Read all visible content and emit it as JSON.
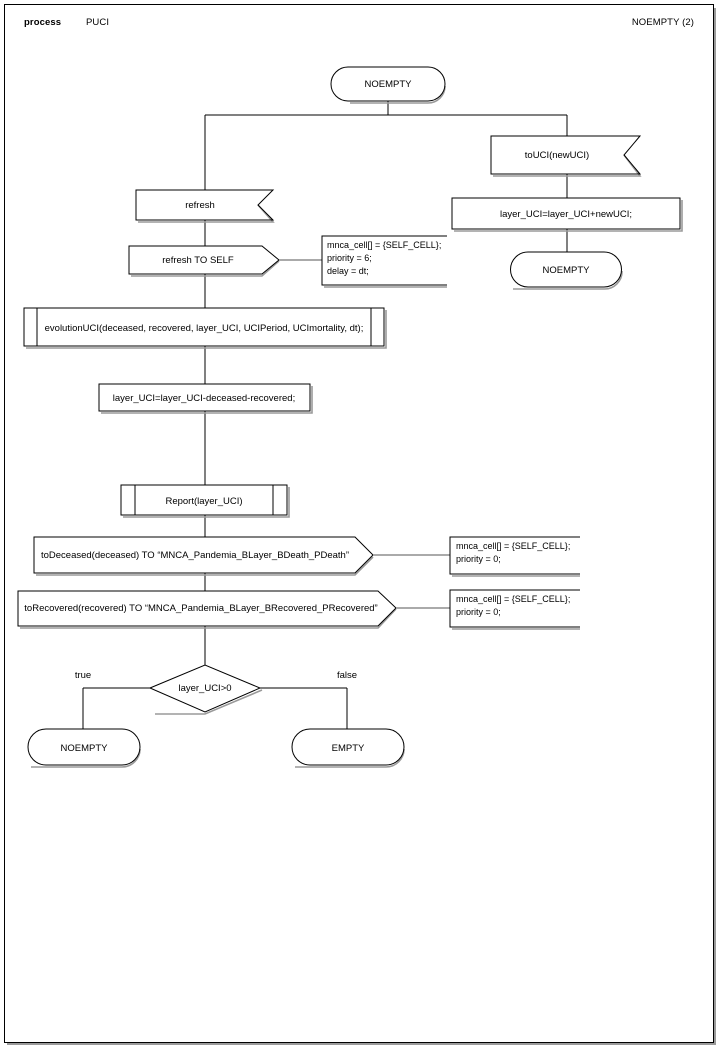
{
  "header": {
    "kind": "process",
    "name": "PUCI",
    "page": "NOEMPTY (2)"
  },
  "diagram": {
    "type": "sdl-process-flowchart",
    "title": "PUCI / NOEMPTY (2)",
    "nodes": [
      {
        "id": "state-start",
        "kind": "state",
        "label": "NOEMPTY"
      },
      {
        "id": "input-toUCI",
        "kind": "input",
        "label": "toUCI(newUCI)"
      },
      {
        "id": "task-addUCI",
        "kind": "task",
        "label": "layer_UCI=layer_UCI+newUCI;"
      },
      {
        "id": "state-noempty-a",
        "kind": "state",
        "label": "NOEMPTY"
      },
      {
        "id": "input-refresh",
        "kind": "input",
        "label": "refresh"
      },
      {
        "id": "output-refreshSelf",
        "kind": "output",
        "label": "refresh TO SELF"
      },
      {
        "id": "proc-evolutionUCI",
        "kind": "procedure-call",
        "label": "evolutionUCI(deceased, recovered, layer_UCI, UCIPeriod, UCImortality, dt);"
      },
      {
        "id": "task-subtract",
        "kind": "task",
        "label": "layer_UCI=layer_UCI-deceased-recovered;"
      },
      {
        "id": "proc-report",
        "kind": "procedure-call",
        "label": "Report(layer_UCI)"
      },
      {
        "id": "output-toDeceased",
        "kind": "output",
        "label": "toDeceased(deceased) TO “MNCA_Pandemia_BLayer_BDeath_PDeath”"
      },
      {
        "id": "output-toRecovered",
        "kind": "output",
        "label": "toRecovered(recovered) TO “MNCA_Pandemia_BLayer_BRecovered_PRecovered”"
      },
      {
        "id": "decision-layerUCI",
        "kind": "decision",
        "label": "layer_UCI>0"
      },
      {
        "id": "state-noempty-b",
        "kind": "state",
        "label": "NOEMPTY"
      },
      {
        "id": "state-empty",
        "kind": "state",
        "label": "EMPTY"
      }
    ],
    "branch_labels": {
      "true": "true",
      "false": "false"
    },
    "comments": [
      {
        "id": "cmt-refresh",
        "attached_to": "output-refreshSelf",
        "lines": [
          "mnca_cell[] = {SELF_CELL};",
          "priority = 6;",
          "delay = dt;"
        ]
      },
      {
        "id": "cmt-deceased",
        "attached_to": "output-toDeceased",
        "lines": [
          "mnca_cell[] = {SELF_CELL};",
          "priority = 0;"
        ]
      },
      {
        "id": "cmt-recovered",
        "attached_to": "output-toRecovered",
        "lines": [
          "mnca_cell[] = {SELF_CELL};",
          "priority = 0;"
        ]
      }
    ]
  },
  "colors": {
    "page_bg": "#ffffff",
    "line": "#000000",
    "shadow": "#9a9a9a",
    "text": "#000000"
  }
}
